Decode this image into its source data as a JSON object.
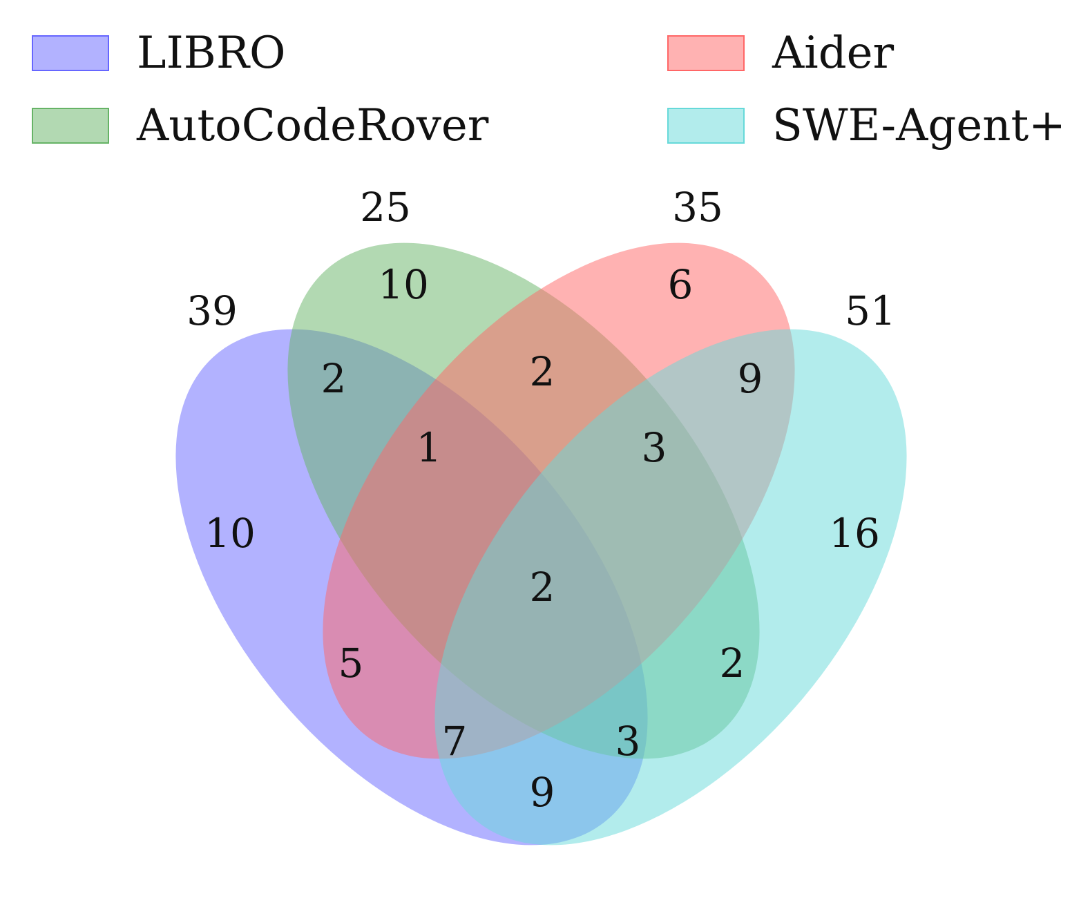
{
  "chart_data": {
    "type": "venn",
    "sets": [
      {
        "name": "LIBRO",
        "total": 39,
        "color": "#6666ff"
      },
      {
        "name": "AutoCodeRover",
        "total": 25,
        "color": "#66b366"
      },
      {
        "name": "Aider",
        "total": 35,
        "color": "#ff6666"
      },
      {
        "name": "SWE-Agent+",
        "total": 51,
        "color": "#66d9d9"
      }
    ],
    "regions": [
      {
        "sets": [
          "LIBRO"
        ],
        "value": 10
      },
      {
        "sets": [
          "AutoCodeRover"
        ],
        "value": 10
      },
      {
        "sets": [
          "Aider"
        ],
        "value": 6
      },
      {
        "sets": [
          "SWE-Agent+"
        ],
        "value": 16
      },
      {
        "sets": [
          "LIBRO",
          "AutoCodeRover"
        ],
        "value": 2
      },
      {
        "sets": [
          "AutoCodeRover",
          "Aider"
        ],
        "value": 2
      },
      {
        "sets": [
          "Aider",
          "SWE-Agent+"
        ],
        "value": 9
      },
      {
        "sets": [
          "LIBRO",
          "AutoCodeRover",
          "Aider"
        ],
        "value": 1
      },
      {
        "sets": [
          "AutoCodeRover",
          "Aider",
          "SWE-Agent+"
        ],
        "value": 3
      },
      {
        "sets": [
          "LIBRO",
          "AutoCodeRover",
          "Aider",
          "SWE-Agent+"
        ],
        "value": 2
      },
      {
        "sets": [
          "LIBRO",
          "Aider"
        ],
        "value": 5
      },
      {
        "sets": [
          "AutoCodeRover",
          "SWE-Agent+"
        ],
        "value": 2
      },
      {
        "sets": [
          "LIBRO",
          "Aider",
          "SWE-Agent+"
        ],
        "value": 7
      },
      {
        "sets": [
          "LIBRO",
          "AutoCodeRover",
          "SWE-Agent+"
        ],
        "value": 3
      },
      {
        "sets": [
          "LIBRO",
          "SWE-Agent+"
        ],
        "value": 9
      }
    ],
    "legend_position": "top",
    "legend": [
      "LIBRO",
      "Aider",
      "AutoCodeRover",
      "SWE-Agent+"
    ]
  }
}
